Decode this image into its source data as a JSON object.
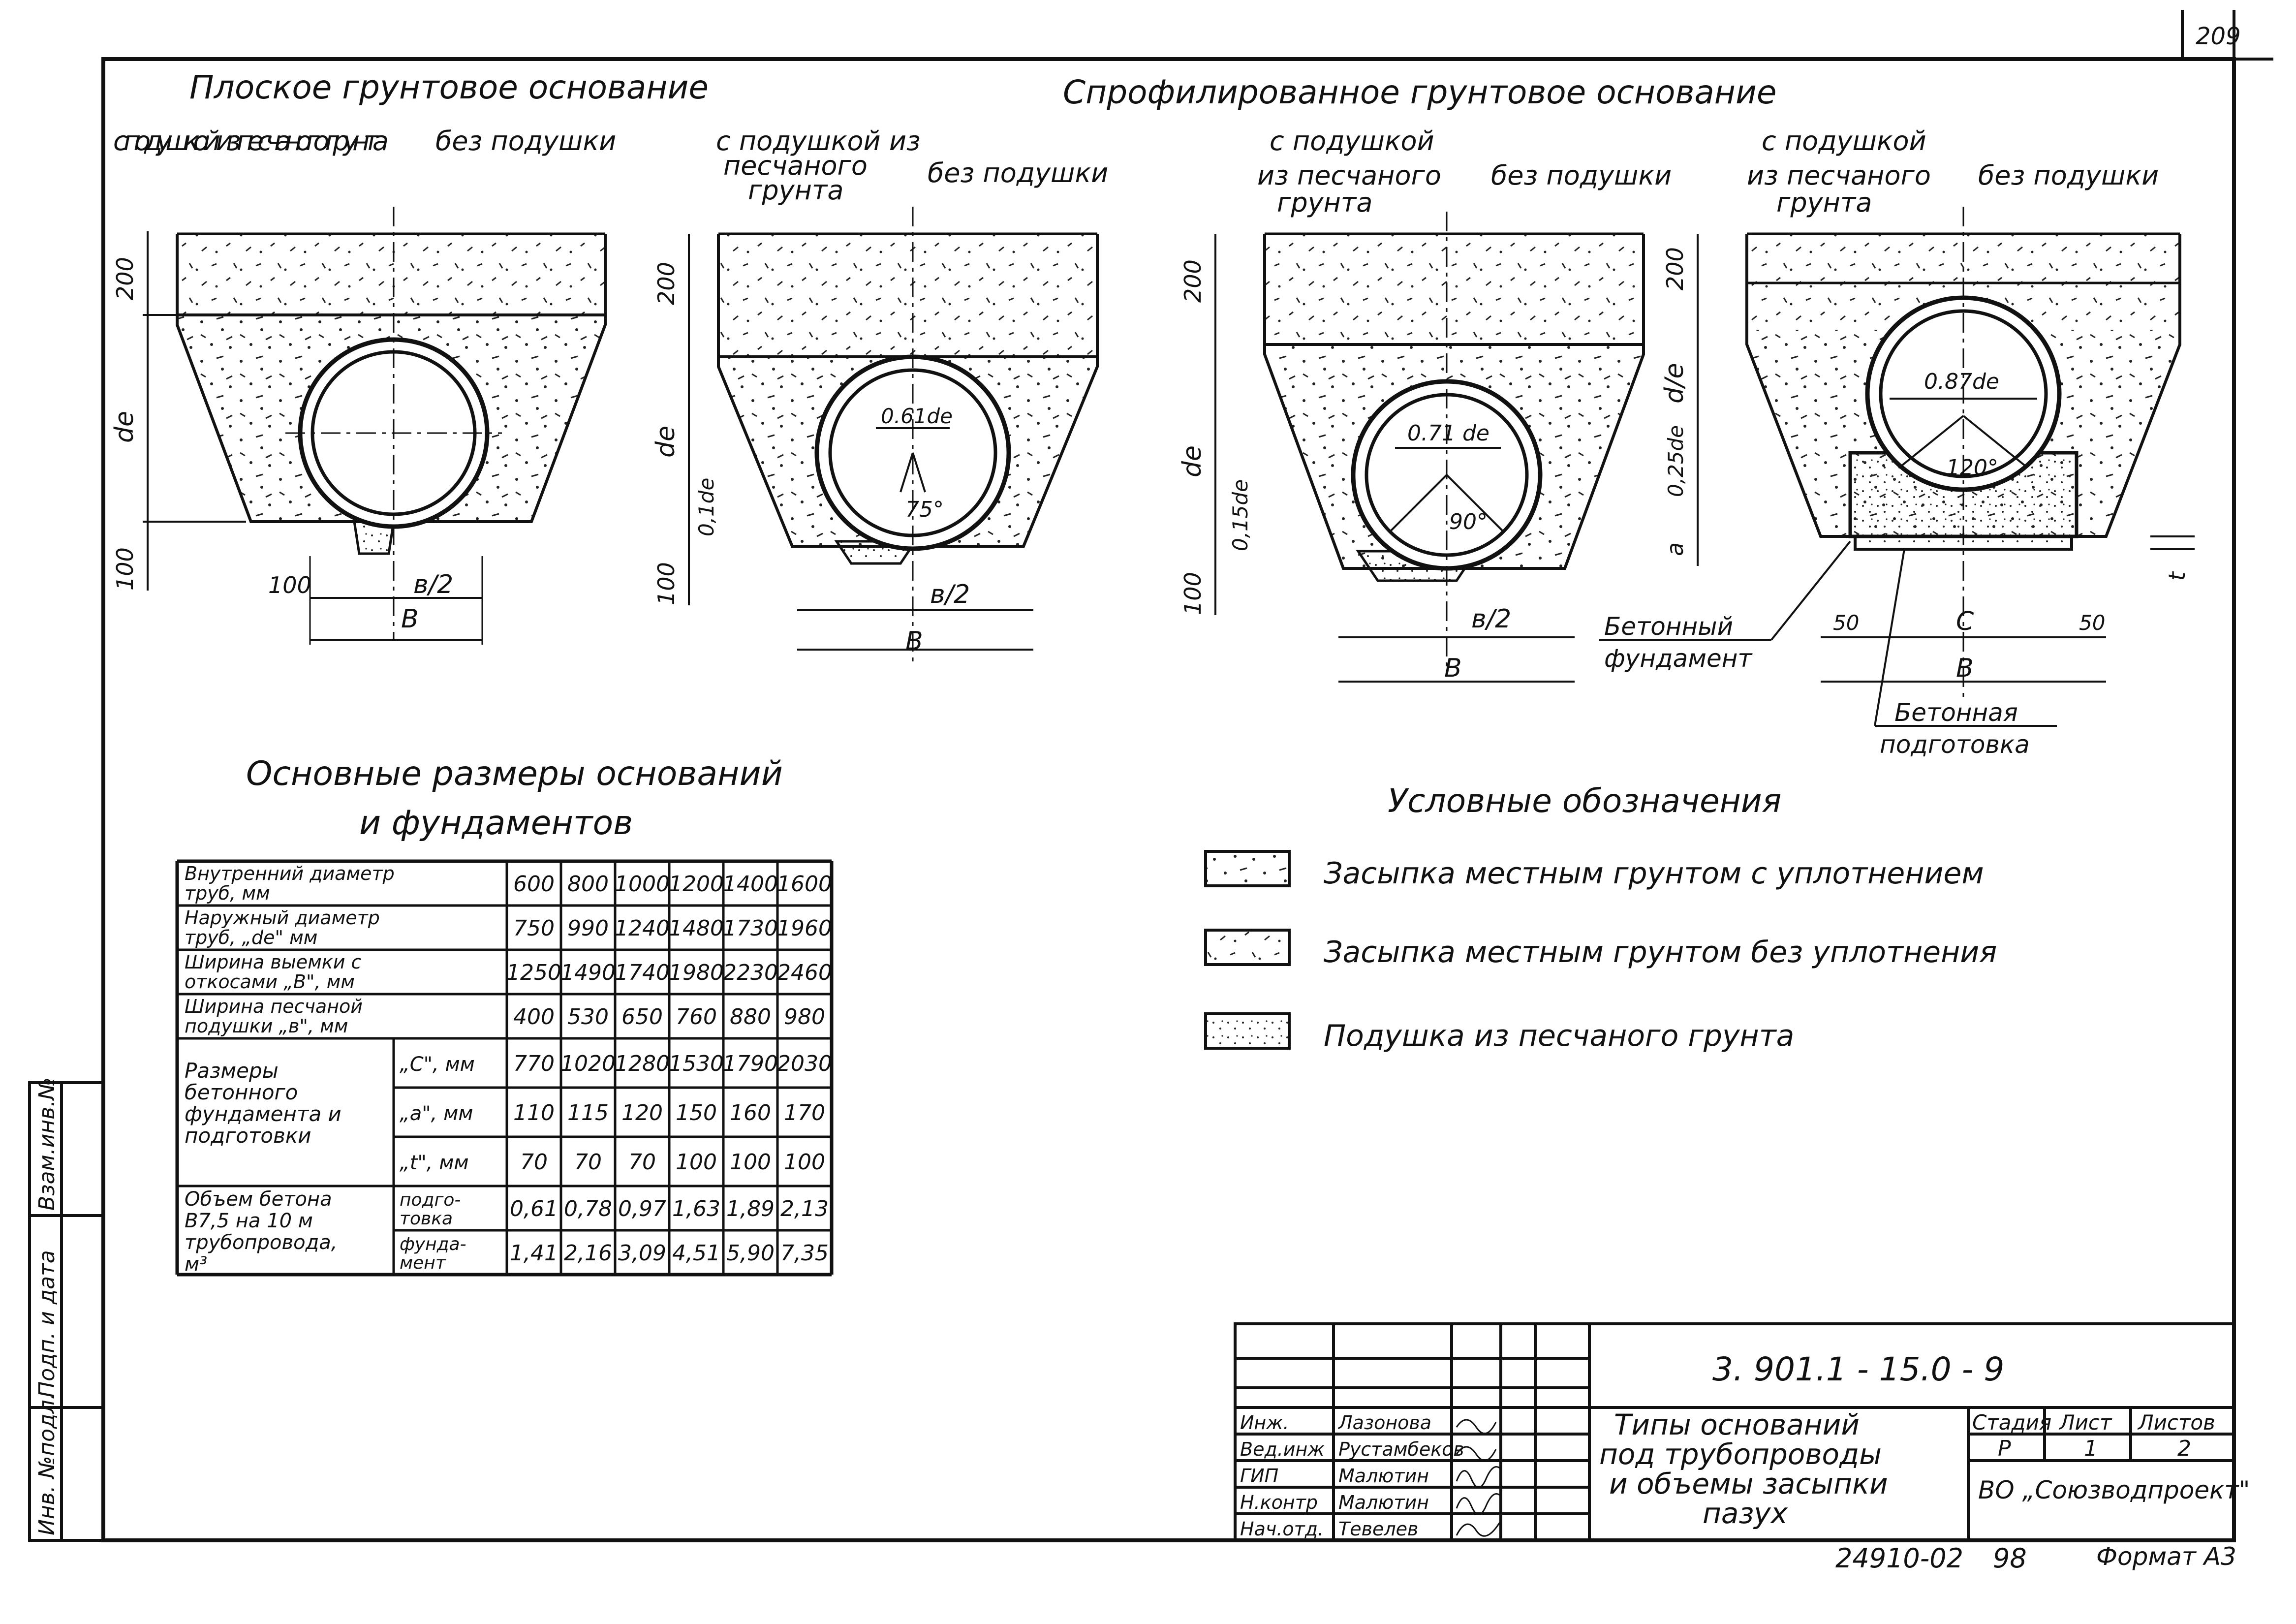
{
  "sheet_number": "209",
  "titles": {
    "flat": "Плоское грунтовое основание",
    "profiled": "Спрофилированное грунтовое основание"
  },
  "sub": {
    "with_cushion_1": "с подушкой из песчаного грунта",
    "without_1": "без подушки",
    "with_cushion_2a": "с подушкой из",
    "with_cushion_2b": "песчаного",
    "with_cushion_2c": "грунта",
    "without_2": "без подушки",
    "with_cushion_3a": "с подушкой",
    "with_cushion_3b": "из песчаного",
    "with_cushion_3c": "грунта",
    "without_3": "без подушки",
    "with_cushion_4a": "с подушкой",
    "with_cushion_4b": "из песчаного",
    "with_cushion_4c": "грунта",
    "without_4": "без подушки"
  },
  "dims": {
    "d200": "200",
    "de": "de",
    "d100": "100",
    "b": "В",
    "b2": "в/2",
    "c": "С",
    "a": "а",
    "t": "t",
    "d50": "50",
    "d0_1de": "0,1de",
    "d0_15de": "0,15de",
    "d0_25de": "0,25de",
    "k061": "0.61de",
    "k071": "0.71 de",
    "k087": "0.87de",
    "ang75": "75°",
    "ang90": "90°",
    "ang120": "120°",
    "dash_de": "d/e"
  },
  "callouts": {
    "concrete_foundation_1": "Бетонный",
    "concrete_foundation_2": "фундамент",
    "concrete_prep_1": "Бетонная",
    "concrete_prep_2": "подготовка"
  },
  "table": {
    "title_line1": "Основные размеры оснований",
    "title_line2": "и фундаментов",
    "rows": [
      {
        "label": "Внутренний диаметр труб, мм",
        "values": [
          "600",
          "800",
          "1000",
          "1200",
          "1400",
          "1600"
        ]
      },
      {
        "label": "Наружный диаметр труб, „de\" мм",
        "values": [
          "750",
          "990",
          "1240",
          "1480",
          "1730",
          "1960"
        ]
      },
      {
        "label": "Ширина выемки с откосами „В\", мм",
        "values": [
          "1250",
          "1490",
          "1740",
          "1980",
          "2230",
          "2460"
        ]
      },
      {
        "label": "Ширина песчаной подушки „в\", мм",
        "values": [
          "400",
          "530",
          "650",
          "760",
          "880",
          "980"
        ]
      }
    ],
    "group1_label": "Размеры бетонного фундамента и подготовки",
    "group1_rows": [
      {
        "sub": "„С\", мм",
        "values": [
          "770",
          "1020",
          "1280",
          "1530",
          "1790",
          "2030"
        ]
      },
      {
        "sub": "„а\", мм",
        "values": [
          "110",
          "115",
          "120",
          "150",
          "160",
          "170"
        ]
      },
      {
        "sub": "„t\", мм",
        "values": [
          "70",
          "70",
          "70",
          "100",
          "100",
          "100"
        ]
      }
    ],
    "group2_label": "Объем бетона В7,5 на 10 м трубопровода, м³",
    "group2_rows": [
      {
        "sub": "подго-товка",
        "values": [
          "0,61",
          "0,78",
          "0,97",
          "1,63",
          "1,89",
          "2,13"
        ]
      },
      {
        "sub": "фунда-мент",
        "values": [
          "1,41",
          "2,16",
          "3,09",
          "4,51",
          "5,90",
          "7,35"
        ]
      }
    ]
  },
  "legend": {
    "title": "Условные обозначения",
    "items": [
      {
        "label": "Засыпка местным грунтом с уплотнением"
      },
      {
        "label": "Засыпка местным грунтом без уплотнения"
      },
      {
        "label": "Подушка из песчаного грунта"
      }
    ]
  },
  "side_stamp": {
    "inv": "Инв. №подл.",
    "sign": "Подп. и дата",
    "replace": "Взам.инв.№"
  },
  "title_block": {
    "code": "3. 901.1 - 15.0 - 9",
    "name_l1": "Типы оснований",
    "name_l2": "под трубопроводы",
    "name_l3": "и объемы засыпки",
    "name_l4": "пазух",
    "stage_h": "Стадия",
    "sheet_h": "Лист",
    "sheets_h": "Листов",
    "stage": "Р",
    "sheet": "1",
    "sheets": "2",
    "org": "ВО „Союзводпроект\"",
    "people": [
      {
        "role": "Инж.",
        "name": "Лазонова"
      },
      {
        "role": "Вед.инж",
        "name": "Рустамбеков"
      },
      {
        "role": "ГИП",
        "name": "Малютин"
      },
      {
        "role": "Н.контр",
        "name": "Малютин"
      },
      {
        "role": "Нач.отд.",
        "name": "Тевелев"
      }
    ]
  },
  "footer": {
    "archive": "24910-02",
    "page": "98",
    "format": "Формат А3"
  }
}
